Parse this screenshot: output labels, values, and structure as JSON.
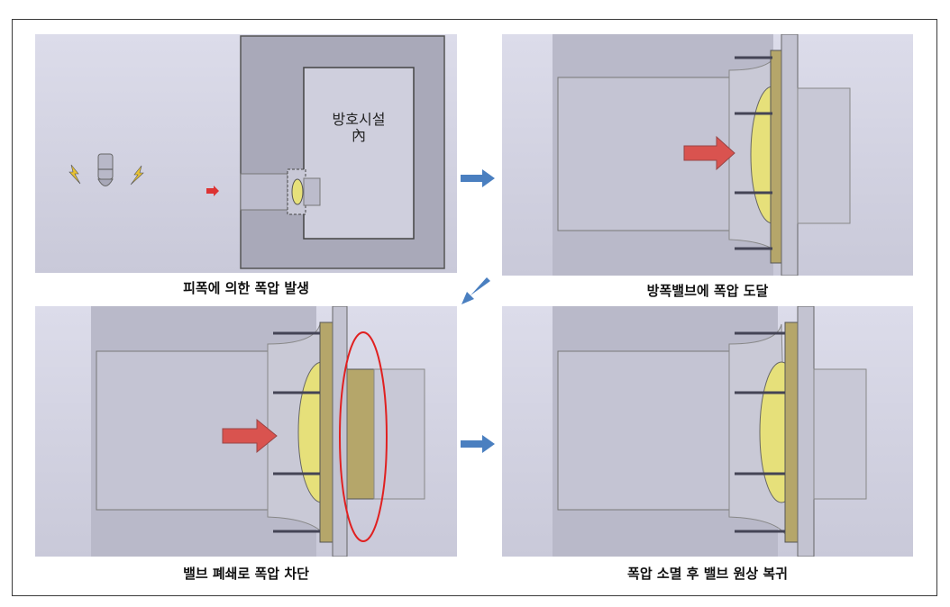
{
  "panels": {
    "p1": {
      "caption": "피폭에 의한 폭압 발생",
      "room_label_line1": "방호시설",
      "room_label_line2": "內"
    },
    "p2": {
      "caption": "방폭밸브에 폭압 도달"
    },
    "p3": {
      "caption": "밸브 폐쇄로 폭압 차단"
    },
    "p4": {
      "caption": "폭압 소멸 후 밸브 원상 복귀"
    }
  },
  "colors": {
    "panel_bg": "#d3d3e2",
    "flow_arrow": "#4a7fc0",
    "pressure_arrow": "#d9534f",
    "valve_dome": "#e6e07a",
    "highlight_ellipse": "#e02020"
  },
  "icons": {
    "flow_arrow": "right-arrow-icon",
    "flow_arrow_diag": "down-left-arrow-icon",
    "lightning": "lightning-icon",
    "shell": "shell-icon"
  }
}
